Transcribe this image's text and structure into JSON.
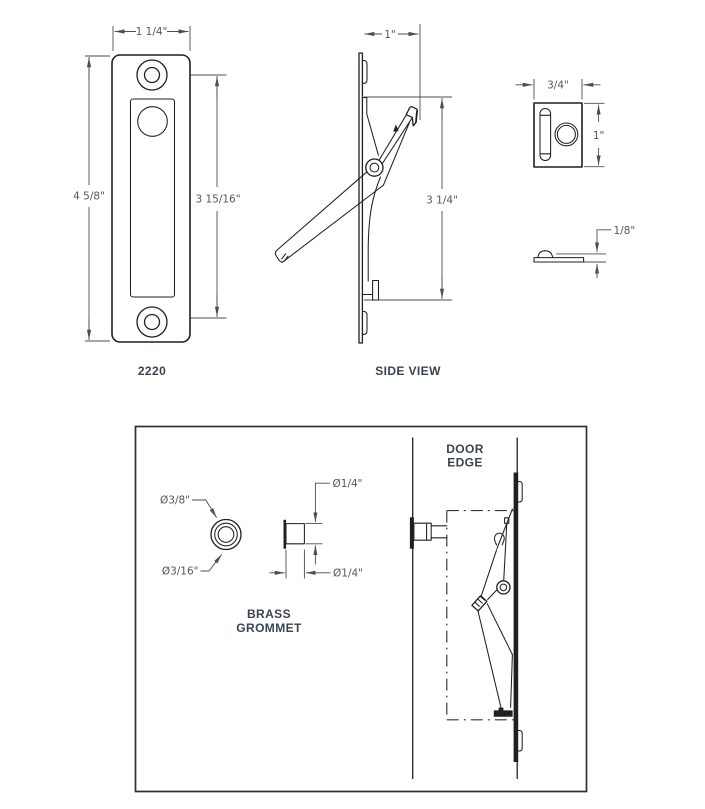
{
  "colors": {
    "line": "#231f20",
    "dimension_text": "#56575a",
    "label_text": "#3b4352",
    "background": "#ffffff"
  },
  "front_view": {
    "model_label": "2220",
    "width_dim": "1 1/4\"",
    "height_dim": "4 5/8\"",
    "hole_spacing_dim": "3 15/16\""
  },
  "side_view": {
    "label": "SIDE VIEW",
    "depth_dim": "1\"",
    "height_dim": "3 1/4\""
  },
  "strike_plate": {
    "width_dim": "3/4\"",
    "height_dim": "1\"",
    "thickness_dim": "1/8\""
  },
  "grommet": {
    "label_line1": "BRASS",
    "label_line2": "GROMMET",
    "outer_diameter_dim": "Ø3/8\"",
    "hole_diameter_dim": "Ø3/16\"",
    "length_dim": "Ø1/4\"",
    "body_diameter_dim": "Ø1/4\""
  },
  "installation": {
    "label_line1": "DOOR",
    "label_line2": "EDGE"
  }
}
